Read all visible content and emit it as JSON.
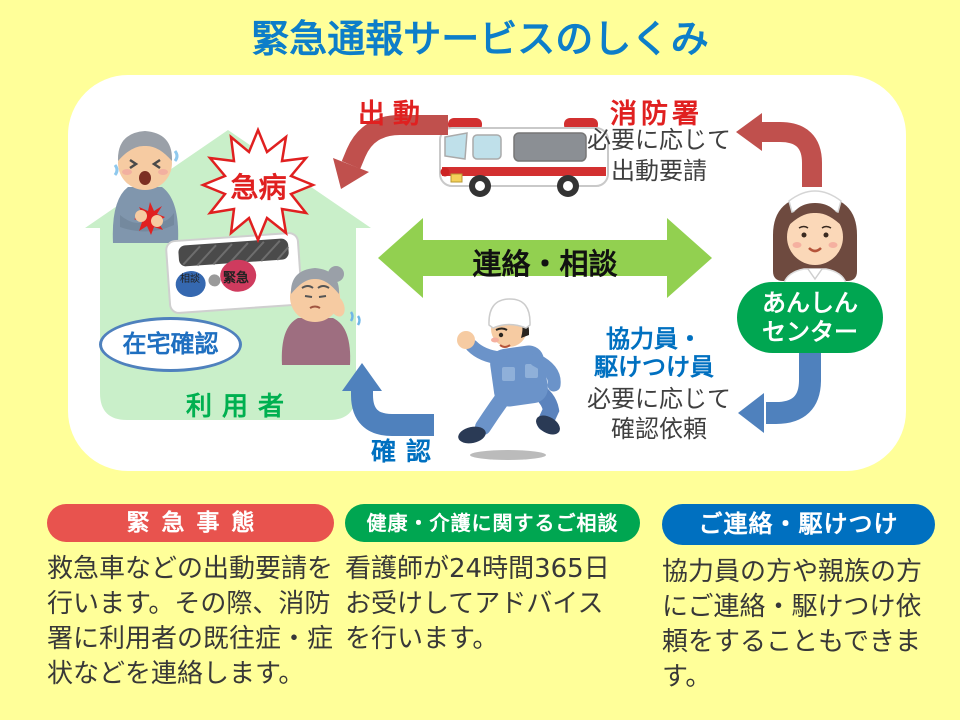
{
  "title": "緊急通報サービスのしくみ",
  "colors": {
    "background": "#FFFF99",
    "title_blue": "#0D7EC9",
    "red_text": "#E02020",
    "arrow_red": "#C0504D",
    "arrow_blue": "#4F81BD",
    "arrow_green": "#92D050",
    "green_text": "#00B050",
    "blue_text": "#0070C0",
    "pill_red": "#E8534E",
    "pill_green": "#00A651",
    "pill_blue": "#0070C0",
    "house_green": "#C9EFC9"
  },
  "diagram": {
    "house": {
      "sudden_illness": "急病",
      "device_consult_button": "相談",
      "device_emergency_button": "緊急",
      "home_check": "在宅確認",
      "user": "利用者"
    },
    "top": {
      "dispatch": "出動",
      "fire_station": "消防署",
      "request_line1": "必要に応じて",
      "request_line2": "出動要請"
    },
    "center": {
      "contact_consult": "連絡・相談"
    },
    "right": {
      "anshin_line1": "あんしん",
      "anshin_line2": "センター",
      "staff_line1": "協力員・",
      "staff_line2": "駆けつけ員",
      "request_line1": "必要に応じて",
      "request_line2": "確認依頼"
    },
    "bottom": {
      "check": "確認"
    }
  },
  "sections": [
    {
      "heading": "緊急事態",
      "body": "救急車などの出動要請を行います。その際、消防署に利用者の既往症・症状などを連絡します。"
    },
    {
      "heading": "健康・介護に関するご相談",
      "body": "看護師が24時間365日お受けしてアドバイスを行います。"
    },
    {
      "heading": "ご連絡・駆けつけ",
      "body": "協力員の方や親族の方にご連絡・駆けつけ依頼をすることもできます。"
    }
  ]
}
